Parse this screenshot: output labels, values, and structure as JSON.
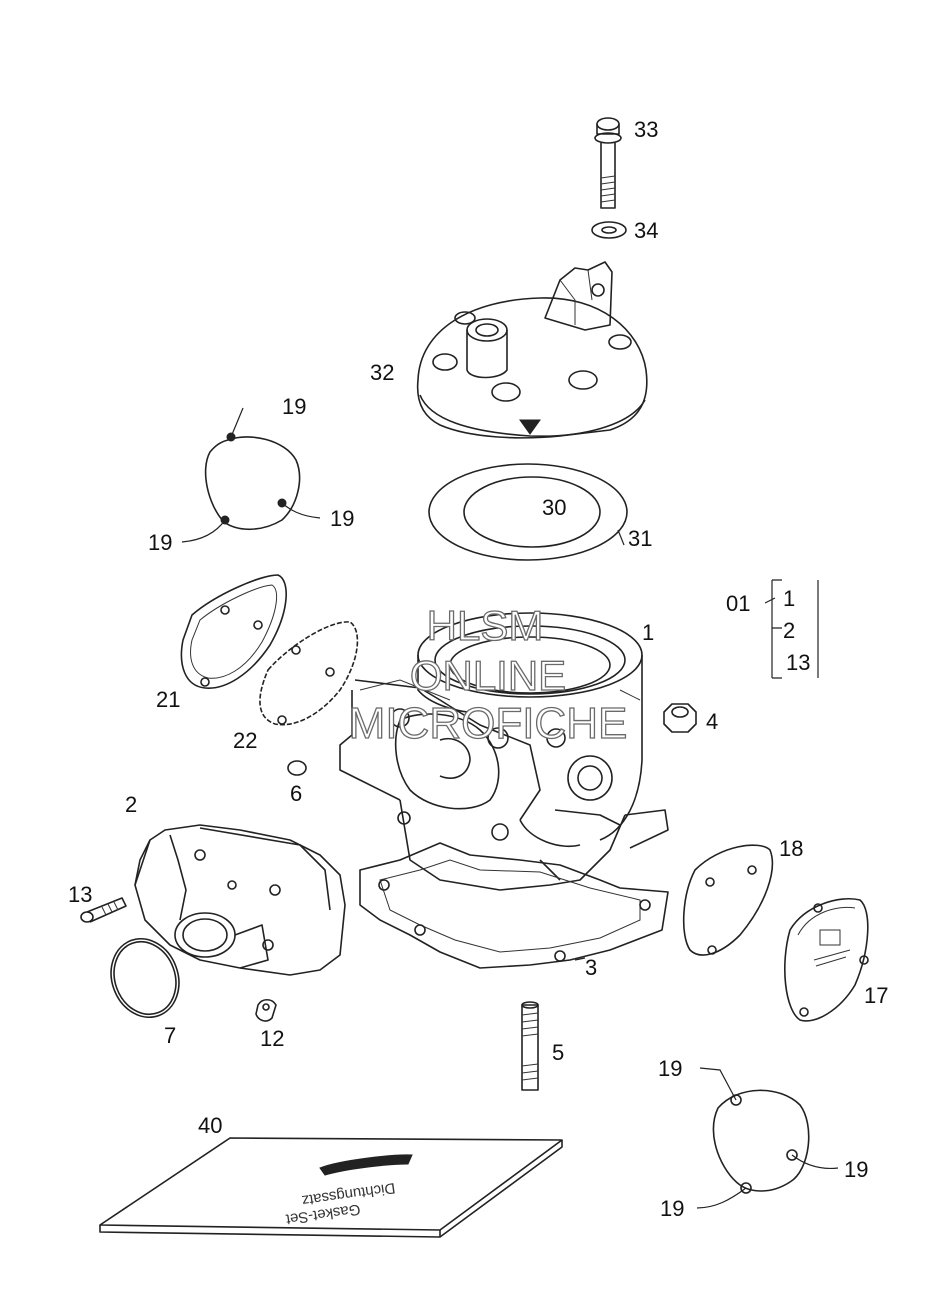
{
  "watermark": {
    "line1": "HLSM",
    "line2": "ONLINE",
    "line3": "MICROFICHE"
  },
  "gasket_set_text": {
    "line1": "Dichtungssatz",
    "line2": "Gasket-Set"
  },
  "callouts": {
    "c33": "33",
    "c34": "34",
    "c32": "32",
    "c19_top": "19",
    "c19_right": "19",
    "c19_left": "19",
    "c30": "30",
    "c31": "31",
    "c1": "1",
    "c01": "01",
    "c01_1": "1",
    "c01_2": "2",
    "c01_13": "13",
    "c21": "21",
    "c22": "22",
    "c4": "4",
    "c6": "6",
    "c2": "2",
    "c18": "18",
    "c13": "13",
    "c3": "3",
    "c17": "17",
    "c7": "7",
    "c12": "12",
    "c5": "5",
    "c19_b1": "19",
    "c19_b2": "19",
    "c19_b3": "19",
    "c40": "40"
  }
}
